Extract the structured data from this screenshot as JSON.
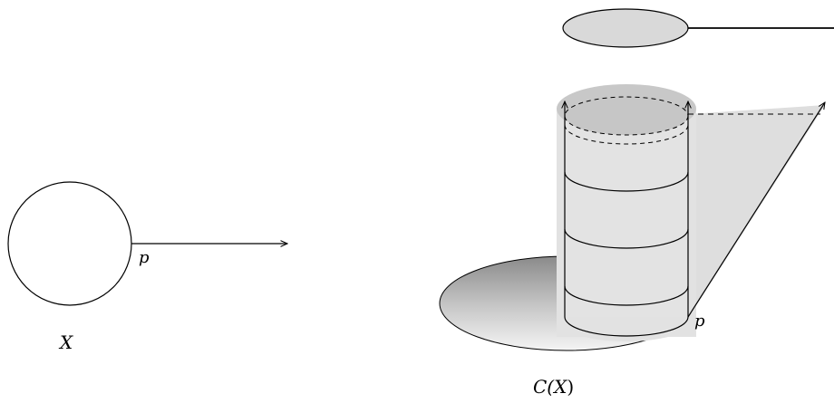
{
  "left_figure": {
    "space_label": "X",
    "point_label": "p"
  },
  "right_figure": {
    "space_label_prefix": "C(",
    "space_label_var": "X",
    "space_label_suffix": ")",
    "point_label": "p"
  },
  "colors": {
    "stroke": "#000000",
    "shade_light": "#e6e6e6",
    "shade_mid": "#d9d9d9",
    "shade_top": "#c8c8c8",
    "cylinder_face": "#e3e3e3",
    "projection_shade": "#dedede"
  }
}
